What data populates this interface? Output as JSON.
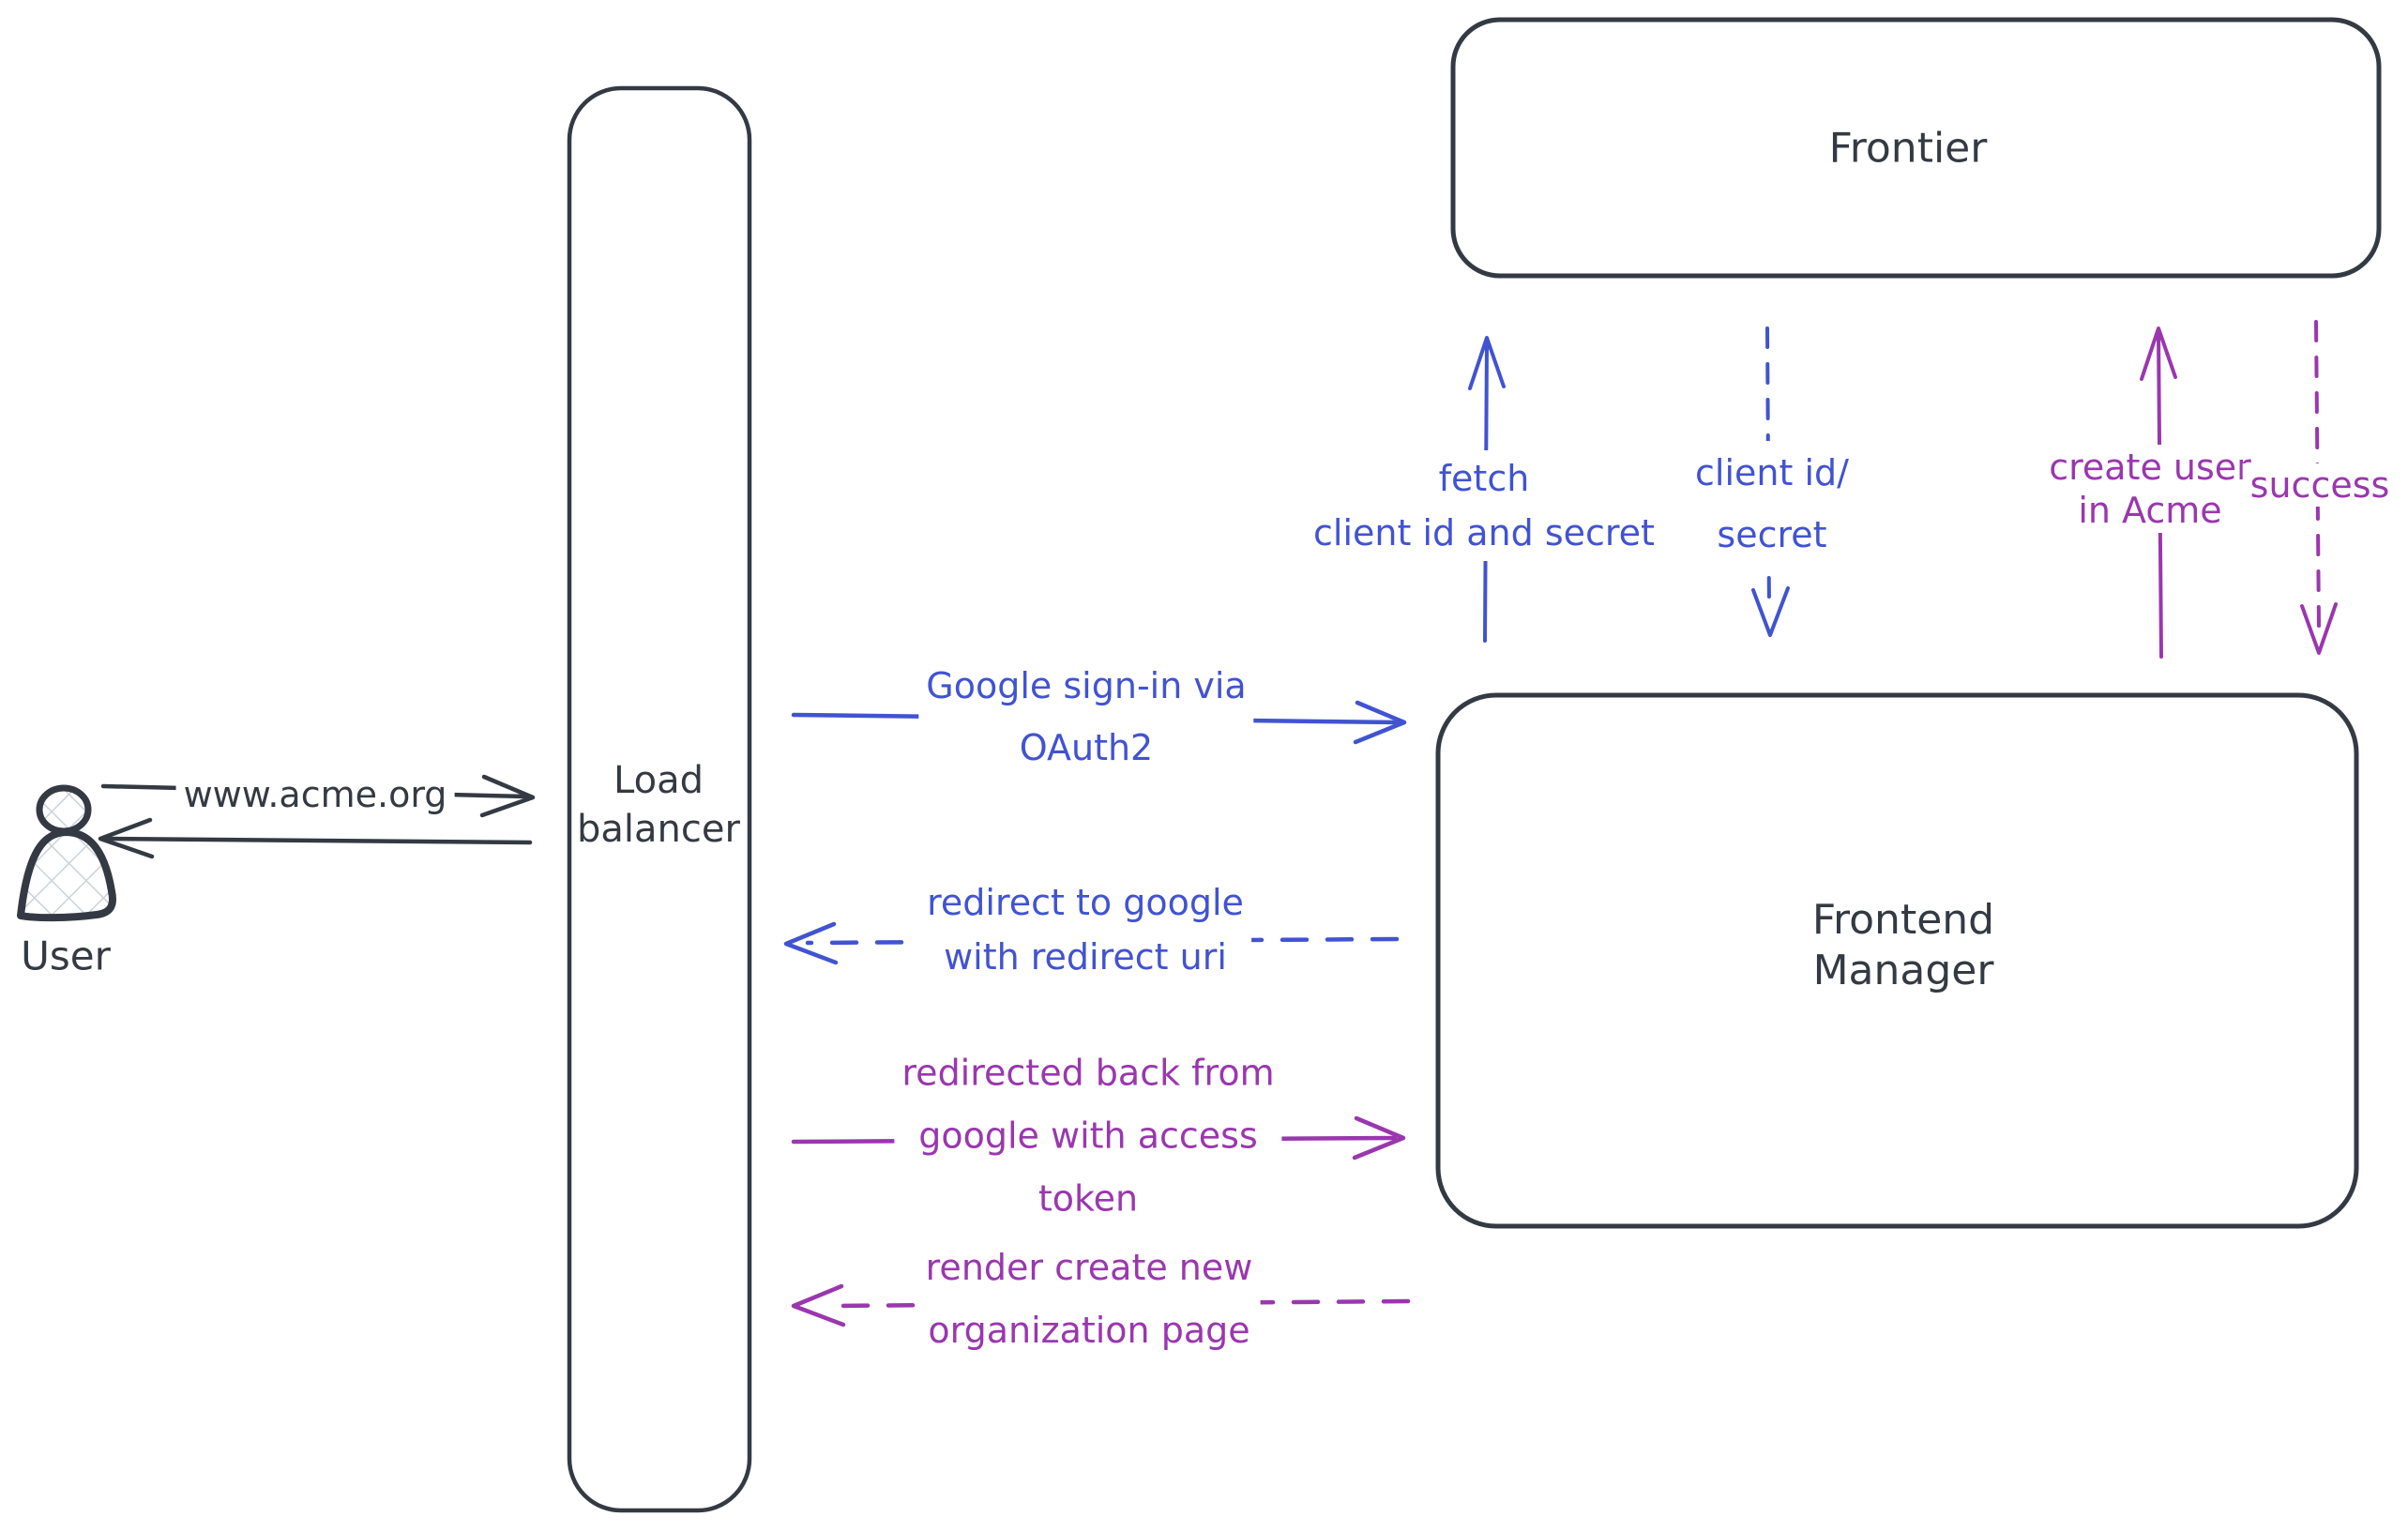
{
  "colors": {
    "stroke": "#343a43",
    "blue": "#4153d1",
    "purple": "#9a37ae",
    "fill_hatch": "#c9d3da"
  },
  "nodes": {
    "user": {
      "label": "User"
    },
    "load_balancer": {
      "line1": "Load",
      "line2": "balancer"
    },
    "frontier": {
      "label": "Frontier"
    },
    "frontend_manager": {
      "line1": "Frontend",
      "line2": "Manager"
    }
  },
  "edges": {
    "www_acme": {
      "label": "www.acme.org"
    },
    "google_signin": {
      "line1": "Google sign-in via",
      "line2": "OAuth2"
    },
    "redirect_google": {
      "line1": "redirect to google",
      "line2": "with redirect uri"
    },
    "fetch_client": {
      "line1": "fetch",
      "line2": "client id and secret"
    },
    "client_id_secret": {
      "line1": "client id/",
      "line2": "secret"
    },
    "create_user": {
      "line1": "create user",
      "line2": "in Acme"
    },
    "success": {
      "label": "success"
    },
    "redirected_back": {
      "line1": "redirected back from",
      "line2": "google with access",
      "line3": "token"
    },
    "render_org": {
      "line1": "render create new",
      "line2": "organization page"
    }
  }
}
